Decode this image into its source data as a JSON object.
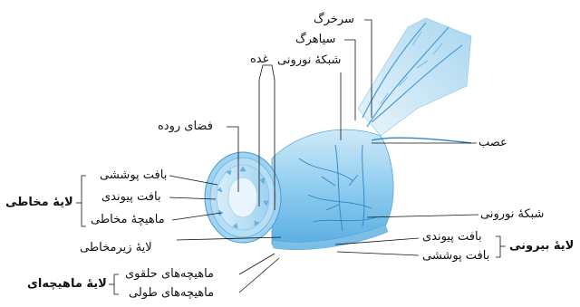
{
  "labels": {
    "sorkhrag": "سرخرگ",
    "siahrag": "سیاهرگ",
    "shabake_noroni_top": "شبکهٔ نورونی",
    "ghodde": "غده",
    "fazaye_roode": "فضای روده",
    "asab": "عصب",
    "baft_pooshesh_left": "بافت پوششی",
    "baft_peyvandi_left": "بافت پیوندی",
    "mahiche_mokhati": "ماهیچهٔ مخاطی",
    "laye_mokhati": "لایهٔ مخاطی",
    "laye_zirmokhati": "لایهٔ زیرمخاطی",
    "shabake_noroni_right": "شبکهٔ نورونی",
    "baft_peyvandi_right": "بافت پیوندی",
    "baft_pooshesh_right": "بافت پوششی",
    "laye_biruni": "لایهٔ بیرونی",
    "mahiche_halghavi": "ماهیچه‌های حلقوی",
    "mahiche_tooli": "ماهیچه‌های طولی",
    "laye_mahichei": "لایهٔ ماهیچه‌ای"
  }
}
